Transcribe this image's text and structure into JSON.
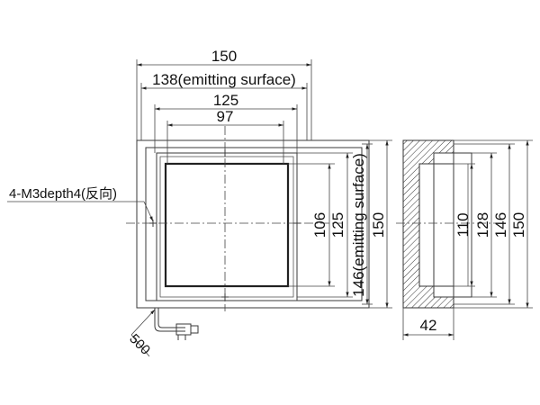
{
  "front_view": {
    "dim_overall_width": "150",
    "dim_emitting_width": "138(emitting surface)",
    "dim_width_125": "125",
    "dim_width_97": "97",
    "dim_height_106": "106",
    "dim_height_125": "125",
    "dim_height_146": "146(emitting surface)",
    "dim_height_150": "150",
    "hole_callout": "4-M3depth4(反向)",
    "cable_length": "500"
  },
  "side_view": {
    "dim_110": "110",
    "dim_128": "128",
    "dim_146": "146",
    "dim_150": "150",
    "dim_thickness": "42"
  }
}
